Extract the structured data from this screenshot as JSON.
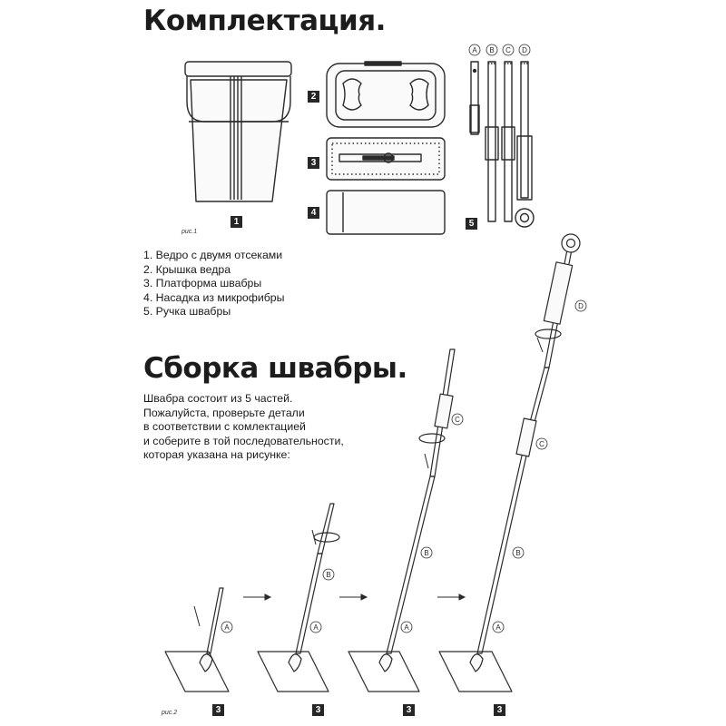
{
  "section1": {
    "title": "Комплектация.",
    "figure_caption": "рис.1",
    "items": [
      "1. Ведро с двумя отсеками",
      "2. Крышка ведра",
      "3. Платформа швабры",
      "4. Насадка из микрофибры",
      "5. Ручка швабры"
    ],
    "part_numbers": [
      "1",
      "2",
      "3",
      "4",
      "5"
    ],
    "handle_part_letters": [
      "A",
      "B",
      "C",
      "D"
    ]
  },
  "section2": {
    "title": "Сборка швабры.",
    "description_lines": [
      "Швабра состоит из 5 частей.",
      "Пожалуйста, проверьте детали",
      "в соответствии с комлектацией",
      "и соберите в той последовательности,",
      "которая указана на рисунке:"
    ],
    "figure_caption": "рис.2",
    "step_badges": [
      "3",
      "3",
      "3",
      "3"
    ],
    "part_labels": [
      "A",
      "B",
      "C",
      "D"
    ]
  },
  "colors": {
    "line": "#2a2a2a",
    "badge": "#262626",
    "fill": "#f7f7f7"
  }
}
